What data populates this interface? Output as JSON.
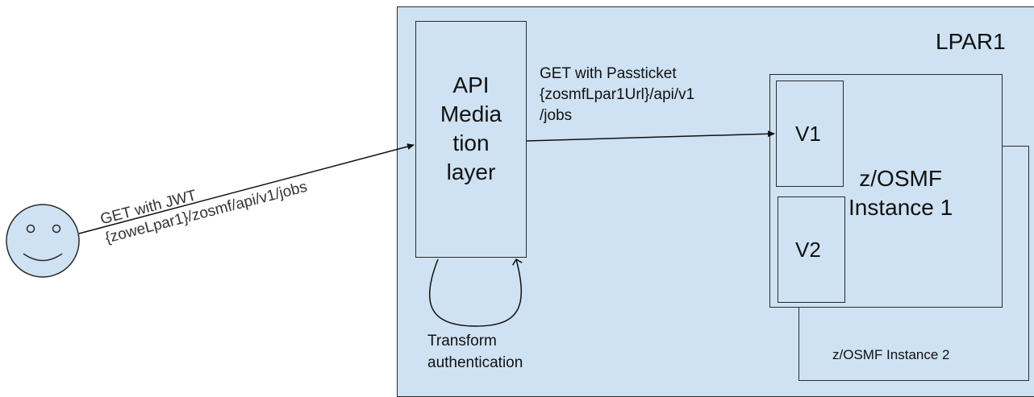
{
  "lpar": {
    "label": "LPAR1"
  },
  "apiml": {
    "label": [
      "API",
      "Media",
      "tion",
      "layer"
    ]
  },
  "zosmf1": {
    "label": [
      "z/OSMF",
      "Instance 1"
    ]
  },
  "zosmf2": {
    "label": "z/OSMF Instance 2"
  },
  "versions": {
    "v1": "V1",
    "v2": "V2"
  },
  "edges": {
    "jwt": [
      "GET with JWT",
      "{zoweLpar1}/zosmf/api/v1/jobs"
    ],
    "passticket": [
      "GET with Passticket",
      "{zosmfLpar1Url}/api/v1",
      "/jobs"
    ],
    "transform": [
      "Transform",
      "authentication"
    ]
  },
  "colors": {
    "fill": "#cfe2f3",
    "stroke": "#2a2a2a"
  }
}
